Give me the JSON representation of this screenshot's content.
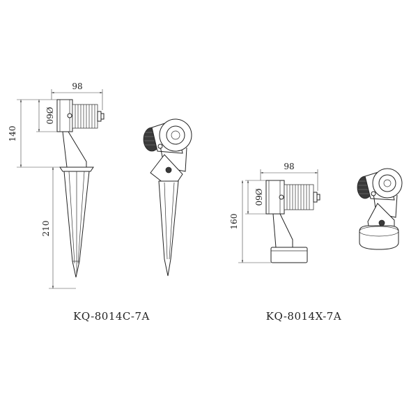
{
  "product_left": {
    "model": "KQ-8014C-7A",
    "dim_width": "98",
    "dim_height_head": "140",
    "dim_spike": "210",
    "dim_diameter": "Ø60"
  },
  "product_right": {
    "model": "KQ-8014X-7A",
    "dim_width": "98",
    "dim_height": "160",
    "dim_diameter": "Ø60"
  },
  "colors": {
    "line": "#222222",
    "background": "#ffffff"
  }
}
